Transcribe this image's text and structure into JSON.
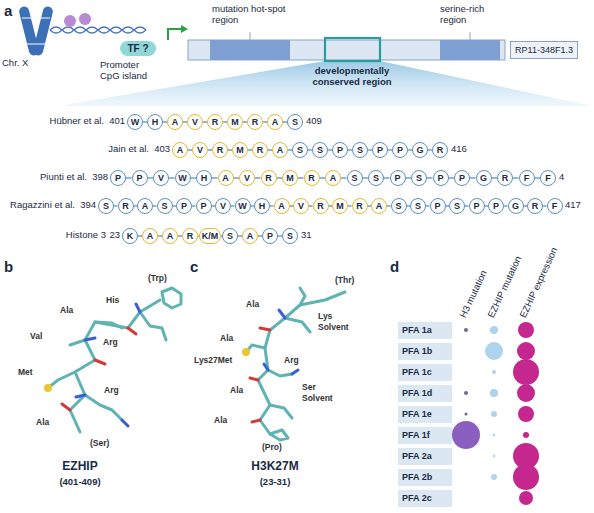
{
  "diagram": {
    "nodes": [
      {
        "text": [
          "TF ?"
        ]
      },
      {
        "text": [
          "RP11-348F1.3"
        ]
      },
      {
        "text": [
          "W"
        ]
      },
      {
        "text": [
          "H"
        ]
      },
      {
        "text": [
          "A"
        ]
      },
      {
        "text": [
          "V"
        ]
      },
      {
        "text": [
          "R"
        ]
      },
      {
        "text": [
          "M"
        ]
      },
      {
        "text": [
          "R"
        ]
      },
      {
        "text": [
          "A"
        ]
      },
      {
        "text": [
          "S"
        ]
      },
      {
        "text": [
          "A"
        ]
      },
      {
        "text": [
          "V"
        ]
      },
      {
        "text": [
          "R"
        ]
      },
      {
        "text": [
          "M"
        ]
      },
      {
        "text": [
          "R"
        ]
      },
      {
        "text": [
          "A"
        ]
      },
      {
        "text": [
          "S"
        ]
      },
      {
        "text": [
          "S"
        ]
      },
      {
        "text": [
          "P"
        ]
      },
      {
        "text": [
          "S"
        ]
      },
      {
        "text": [
          "P"
        ]
      },
      {
        "text": [
          "P"
        ]
      },
      {
        "text": [
          "G"
        ]
      },
      {
        "text": [
          "R"
        ]
      },
      {
        "text": [
          "P"
        ]
      },
      {
        "text": [
          "P"
        ]
      },
      {
        "text": [
          "V"
        ]
      },
      {
        "text": [
          "W"
        ]
      },
      {
        "text": [
          "H"
        ]
      },
      {
        "text": [
          "A"
        ]
      },
      {
        "text": [
          "V"
        ]
      },
      {
        "text": [
          "R"
        ]
      },
      {
        "text": [
          "M"
        ]
      },
      {
        "text": [
          "R"
        ]
      },
      {
        "text": [
          "A"
        ]
      },
      {
        "text": [
          "S"
        ]
      },
      {
        "text": [
          "S"
        ]
      },
      {
        "text": [
          "P"
        ]
      },
      {
        "text": [
          "S"
        ]
      },
      {
        "text": [
          "P"
        ]
      },
      {
        "text": [
          "P"
        ]
      },
      {
        "text": [
          "G"
        ]
      },
      {
        "text": [
          "R"
        ]
      },
      {
        "text": [
          "F"
        ]
      },
      {
        "text": [
          "F"
        ]
      },
      {
        "text": [
          "S"
        ]
      },
      {
        "text": [
          "R"
        ]
      },
      {
        "text": [
          "A"
        ]
      },
      {
        "text": [
          "S"
        ]
      },
      {
        "text": [
          "P"
        ]
      },
      {
        "text": [
          "P"
        ]
      },
      {
        "text": [
          "V"
        ]
      },
      {
        "text": [
          "W"
        ]
      },
      {
        "text": [
          "H"
        ]
      },
      {
        "text": [
          "A"
        ]
      },
      {
        "text": [
          "V"
        ]
      },
      {
        "text": [
          "R"
        ]
      },
      {
        "text": [
          "M"
        ]
      },
      {
        "text": [
          "R"
        ]
      },
      {
        "text": [
          "A"
        ]
      },
      {
        "text": [
          "S"
        ]
      },
      {
        "text": [
          "S"
        ]
      },
      {
        "text": [
          "P"
        ]
      },
      {
        "text": [
          "S"
        ]
      },
      {
        "text": [
          "P"
        ]
      },
      {
        "text": [
          "P"
        ]
      },
      {
        "text": [
          "G"
        ]
      },
      {
        "text": [
          "R"
        ]
      },
      {
        "text": [
          "F"
        ]
      },
      {
        "text": [
          "K"
        ]
      },
      {
        "text": [
          "A"
        ]
      },
      {
        "text": [
          "A"
        ]
      },
      {
        "text": [
          "R"
        ]
      },
      {
        "text": [
          "K/M"
        ]
      },
      {
        "text": [
          "S"
        ]
      },
      {
        "text": [
          "A"
        ]
      },
      {
        "text": [
          "P"
        ]
      },
      {
        "text": [
          "S"
        ]
      },
      {
        "text": [
          "PFA 1a"
        ]
      },
      {
        "text": [
          "PFA 1b"
        ]
      },
      {
        "text": [
          "PFA 1c"
        ]
      },
      {
        "text": [
          "PFA 1d"
        ]
      },
      {
        "text": [
          "PFA 1e"
        ]
      },
      {
        "text": [
          "PFA 1f"
        ]
      },
      {
        "text": [
          "PFA 2a"
        ]
      },
      {
        "text": [
          "PFA 2b"
        ]
      },
      {
        "text": [
          "PFA 2c"
        ]
      }
    ],
    "edges": [
      {
        "from": 2,
        "to": 3,
        "arrow": "none"
      },
      {
        "from": 3,
        "to": 4,
        "arrow": "none"
      },
      {
        "from": 4,
        "to": 5,
        "arrow": "none"
      },
      {
        "from": 5,
        "to": 6,
        "arrow": "none"
      },
      {
        "from": 6,
        "to": 7,
        "arrow": "none"
      },
      {
        "from": 7,
        "to": 8,
        "arrow": "none"
      },
      {
        "from": 8,
        "to": 9,
        "arrow": "none"
      },
      {
        "from": 9,
        "to": 10,
        "arrow": "none"
      },
      {
        "from": 11,
        "to": 12,
        "arrow": "none"
      },
      {
        "from": 12,
        "to": 13,
        "arrow": "none"
      },
      {
        "from": 13,
        "to": 14,
        "arrow": "none"
      },
      {
        "from": 14,
        "to": 15,
        "arrow": "none"
      },
      {
        "from": 15,
        "to": 16,
        "arrow": "none"
      },
      {
        "from": 16,
        "to": 17,
        "arrow": "none"
      },
      {
        "from": 17,
        "to": 18,
        "arrow": "none"
      },
      {
        "from": 18,
        "to": 19,
        "arrow": "none"
      },
      {
        "from": 19,
        "to": 20,
        "arrow": "none"
      },
      {
        "from": 20,
        "to": 21,
        "arrow": "none"
      },
      {
        "from": 21,
        "to": 22,
        "arrow": "none"
      },
      {
        "from": 22,
        "to": 23,
        "arrow": "none"
      },
      {
        "from": 23,
        "to": 24,
        "arrow": "none"
      },
      {
        "from": 25,
        "to": 26,
        "arrow": "none"
      },
      {
        "from": 26,
        "to": 27,
        "arrow": "none"
      },
      {
        "from": 27,
        "to": 28,
        "arrow": "none"
      },
      {
        "from": 28,
        "to": 29,
        "arrow": "none"
      },
      {
        "from": 29,
        "to": 30,
        "arrow": "none"
      },
      {
        "from": 30,
        "to": 31,
        "arrow": "none"
      },
      {
        "from": 31,
        "to": 32,
        "arrow": "none"
      },
      {
        "from": 32,
        "to": 33,
        "arrow": "none"
      },
      {
        "from": 33,
        "to": 34,
        "arrow": "none"
      },
      {
        "from": 34,
        "to": 35,
        "arrow": "none"
      },
      {
        "from": 35,
        "to": 36,
        "arrow": "none"
      },
      {
        "from": 36,
        "to": 37,
        "arrow": "none"
      },
      {
        "from": 37,
        "to": 38,
        "arrow": "none"
      },
      {
        "from": 38,
        "to": 39,
        "arrow": "none"
      },
      {
        "from": 39,
        "to": 40,
        "arrow": "none"
      },
      {
        "from": 40,
        "to": 41,
        "arrow": "none"
      },
      {
        "from": 41,
        "to": 42,
        "arrow": "none"
      },
      {
        "from": 42,
        "to": 43,
        "arrow": "none"
      },
      {
        "from": 43,
        "to": 44,
        "arrow": "none"
      },
      {
        "from": 44,
        "to": 45,
        "arrow": "none"
      },
      {
        "from": 46,
        "to": 47,
        "arrow": "none"
      },
      {
        "from": 47,
        "to": 48,
        "arrow": "none"
      },
      {
        "from": 48,
        "to": 49,
        "arrow": "none"
      },
      {
        "from": 49,
        "to": 50,
        "arrow": "none"
      },
      {
        "from": 50,
        "to": 51,
        "arrow": "none"
      },
      {
        "from": 51,
        "to": 52,
        "arrow": "none"
      },
      {
        "from": 52,
        "to": 53,
        "arrow": "none"
      },
      {
        "from": 53,
        "to": 54,
        "arrow": "none"
      },
      {
        "from": 54,
        "to": 55,
        "arrow": "none"
      },
      {
        "from": 55,
        "to": 56,
        "arrow": "none"
      },
      {
        "from": 56,
        "to": 57,
        "arrow": "none"
      },
      {
        "from": 57,
        "to": 58,
        "arrow": "none"
      },
      {
        "from": 58,
        "to": 59,
        "arrow": "none"
      },
      {
        "from": 59,
        "to": 60,
        "arrow": "none"
      },
      {
        "from": 60,
        "to": 61,
        "arrow": "none"
      },
      {
        "from": 61,
        "to": 62,
        "arrow": "none"
      },
      {
        "from": 62,
        "to": 63,
        "arrow": "none"
      },
      {
        "from": 63,
        "to": 64,
        "arrow": "none"
      },
      {
        "from": 64,
        "to": 65,
        "arrow": "none"
      },
      {
        "from": 65,
        "to": 66,
        "arrow": "none"
      },
      {
        "from": 66,
        "to": 67,
        "arrow": "none"
      },
      {
        "from": 67,
        "to": 68,
        "arrow": "none"
      },
      {
        "from": 68,
        "to": 69,
        "arrow": "none"
      },
      {
        "from": 70,
        "to": 71,
        "arrow": "none"
      },
      {
        "from": 71,
        "to": 72,
        "arrow": "none"
      },
      {
        "from": 72,
        "to": 73,
        "arrow": "none"
      },
      {
        "from": 73,
        "to": 74,
        "arrow": "none"
      },
      {
        "from": 74,
        "to": 75,
        "arrow": "none"
      },
      {
        "from": 75,
        "to": 76,
        "arrow": "none"
      },
      {
        "from": 76,
        "to": 77,
        "arrow": "none"
      },
      {
        "from": 77,
        "to": 78,
        "arrow": "none"
      }
    ],
    "labels": [
      "a",
      "Chr. X",
      "Promoter CpG island",
      "mutation hot-spot region",
      "serine-rich region",
      "developmentally conserved region",
      "Hübner et al.",
      "401",
      "409",
      "Jain et al.",
      "403",
      "416",
      "Piunti et al.",
      "398",
      "4",
      "Ragazzini et al.",
      "394",
      "417",
      "Histone 3",
      "23",
      "31",
      "b",
      "(Trp)",
      "His",
      "Ala",
      "Val",
      "Arg",
      "Met",
      "Arg",
      "Ala",
      "(Ser)",
      "EZHIP",
      "(401-409)",
      "c",
      "(Thr)",
      "Ala",
      "Lys",
      "Solvent",
      "Ala",
      "Lys27Met",
      "Arg",
      "Ser",
      "Solvent",
      "Ala",
      "Ala",
      "(Pro)",
      "H3K27M",
      "(23-31)",
      "d",
      "H3 mutation",
      "EZHIP mutation",
      "EZHIP expression"
    ]
  }
}
